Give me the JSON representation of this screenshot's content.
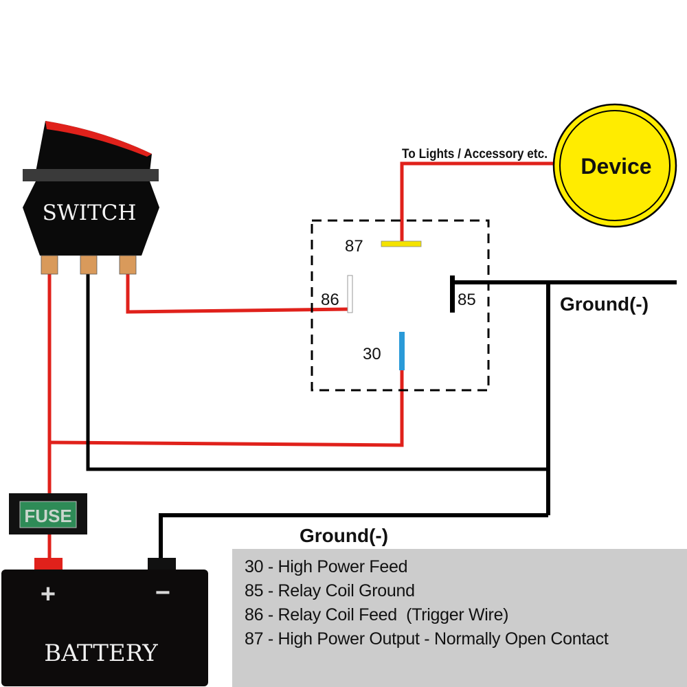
{
  "colors": {
    "wire_positive": "#e0211b",
    "wire_ground": "#000000",
    "device_fill": "#ffec00",
    "pin87": "#f4e300",
    "pin30": "#2a9ad8",
    "pin86": "#ffffff",
    "fuse_label_bg": "#2e8b57",
    "switch_terminal": "#d99a5b",
    "legend_bg": "#cccccc"
  },
  "switch": {
    "label": "SWITCH"
  },
  "device": {
    "label": "Device",
    "wire_label": "To Lights / Accessory etc."
  },
  "relay": {
    "pins": {
      "p87": "87",
      "p86": "86",
      "p85": "85",
      "p30": "30"
    }
  },
  "ground_labels": {
    "right": "Ground(-)",
    "bottom": "Ground(-)"
  },
  "fuse": {
    "label": "FUSE"
  },
  "battery": {
    "label": "BATTERY",
    "positive": "+",
    "negative": "−"
  },
  "legend": {
    "items": [
      "30 - High Power Feed",
      "85 - Relay Coil Ground",
      "86 - Relay Coil Feed  (Trigger Wire)",
      "87 - High Power Output - Normally Open Contact"
    ]
  }
}
